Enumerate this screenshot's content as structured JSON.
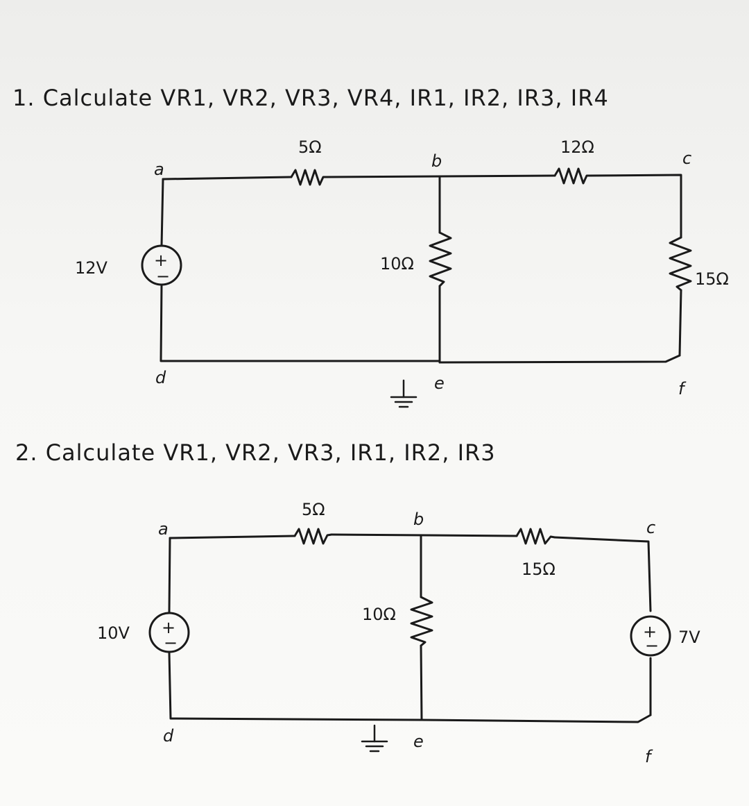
{
  "problem1": {
    "title": "1. Calculate VR1, VR2, VR3, VR4, IR1, IR2, IR3, IR4",
    "nodes": {
      "a": "a",
      "b": "b",
      "c": "c",
      "d": "d",
      "e": "e",
      "f": "f"
    },
    "source": {
      "label": "12V",
      "plus": "+",
      "minus": "−"
    },
    "resistors": {
      "r_ab": "5Ω",
      "r_bc": "12Ω",
      "r_be": "10Ω",
      "r_cf": "15Ω"
    }
  },
  "problem2": {
    "title": "2. Calculate VR1, VR2, VR3, IR1, IR2, IR3",
    "nodes": {
      "a": "a",
      "b": "b",
      "c": "c",
      "d": "d",
      "e": "e",
      "f": "f"
    },
    "source_left": {
      "label": "10V",
      "plus": "+",
      "minus": "−"
    },
    "source_right": {
      "label": "7V",
      "plus": "+",
      "minus": "−"
    },
    "resistors": {
      "r_ab": "5Ω",
      "r_bc": "15Ω",
      "r_be": "10Ω"
    }
  }
}
